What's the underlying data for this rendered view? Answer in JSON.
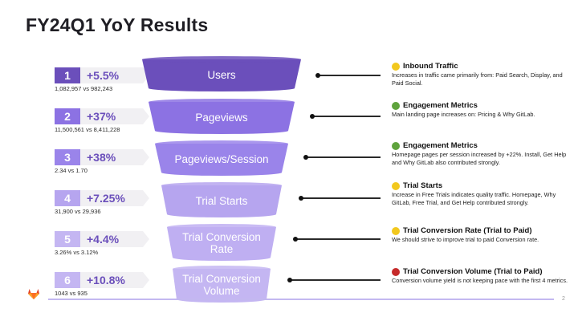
{
  "title": "FY24Q1 YoY Results",
  "colors": {
    "stage1": "#6b4fbb",
    "stage2": "#8c72e3",
    "stage3": "#9a84ea",
    "stage4": "#b6a5ef",
    "stage5": "#bfaff2",
    "stage6": "#c4b6f2",
    "yellow": "#f2c81e",
    "green": "#5fa33d",
    "red": "#c62b2b",
    "footer_line": "#c3b8f0"
  },
  "metrics": [
    {
      "rank": "1",
      "change": "+5.5%",
      "comparison": "1,082,957 vs 982,243"
    },
    {
      "rank": "2",
      "change": "+37%",
      "comparison": "11,500,561 vs 8,411,228"
    },
    {
      "rank": "3",
      "change": "+38%",
      "comparison": "2.34 vs 1.70"
    },
    {
      "rank": "4",
      "change": "+7.25%",
      "comparison": "31,900 vs 29,936"
    },
    {
      "rank": "5",
      "change": "+4.4%",
      "comparison": "3.26% vs 3.12%"
    },
    {
      "rank": "6",
      "change": "+10.8%",
      "comparison": "1043 vs 935"
    }
  ],
  "funnel": [
    {
      "label": "Users"
    },
    {
      "label": "Pageviews"
    },
    {
      "label": "Pageviews/Session"
    },
    {
      "label": "Trial Starts"
    },
    {
      "label": "Trial Conversion Rate"
    },
    {
      "label": "Trial Conversion Volume"
    }
  ],
  "notes": [
    {
      "status": "yellow",
      "title": "Inbound Traffic",
      "text": "Increases in traffic came primarily from: Paid Search, Display, and Paid Social."
    },
    {
      "status": "green",
      "title": "Engagement Metrics",
      "text": "Main landing page increases on: Pricing & Why GitLab."
    },
    {
      "status": "green",
      "title": "Engagement Metrics",
      "text": "Homepage pages per session increased by +22%. Install, Get Help and Why GitLab also contributed strongly."
    },
    {
      "status": "yellow",
      "title": "Trial Starts",
      "text": "Increase in Free Trials indicates quality traffic. Homepage, Why GitLab, Free Trial, and Get Help contributed strongly."
    },
    {
      "status": "yellow",
      "title": "Trial Conversion Rate (Trial to Paid)",
      "text": "We should strive to improve trial to paid Conversion rate."
    },
    {
      "status": "red",
      "title": "Trial Conversion Volume (Trial to Paid)",
      "text": "Conversion volume yield is not keeping pace with the first 4 metrics."
    }
  ],
  "page_number": "2",
  "logo": "gitlab-logo-icon"
}
